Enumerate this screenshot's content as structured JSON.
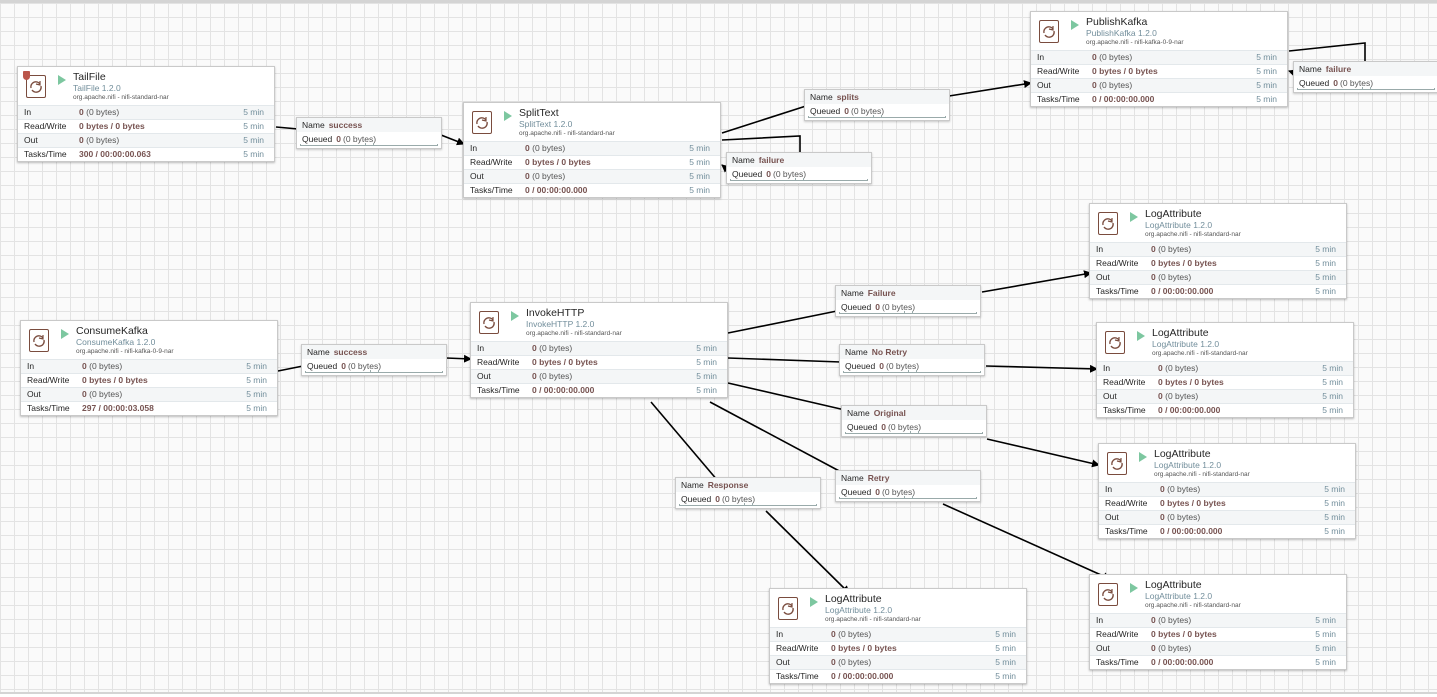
{
  "window_label": "5 min",
  "row_labels": {
    "in": "In",
    "rw": "Read/Write",
    "out": "Out",
    "tasks": "Tasks/Time"
  },
  "conn_labels": {
    "name": "Name",
    "queued": "Queued"
  },
  "processors": [
    {
      "name": "TailFile",
      "type": "TailFile 1.2.0",
      "bundle": "org.apache.nifi - nifi-standard-nar",
      "in": "0",
      "in_bytes": "(0 bytes)",
      "rw": "0 bytes / 0 bytes",
      "out": "0",
      "out_bytes": "(0 bytes)",
      "tasks": "300 / 00:00:00.063",
      "icon": "processor-icon",
      "invalid": true
    },
    {
      "name": "SplitText",
      "type": "SplitText 1.2.0",
      "bundle": "org.apache.nifi - nifi-standard-nar",
      "in": "0",
      "in_bytes": "(0 bytes)",
      "rw": "0 bytes / 0 bytes",
      "out": "0",
      "out_bytes": "(0 bytes)",
      "tasks": "0 / 00:00:00.000",
      "icon": "processor-icon"
    },
    {
      "name": "PublishKafka",
      "type": "PublishKafka 1.2.0",
      "bundle": "org.apache.nifi - nifi-kafka-0-9-nar",
      "in": "0",
      "in_bytes": "(0 bytes)",
      "rw": "0 bytes / 0 bytes",
      "out": "0",
      "out_bytes": "(0 bytes)",
      "tasks": "0 / 00:00:00.000",
      "icon": "processor-icon"
    },
    {
      "name": "ConsumeKafka",
      "type": "ConsumeKafka 1.2.0",
      "bundle": "org.apache.nifi - nifi-kafka-0-9-nar",
      "in": "0",
      "in_bytes": "(0 bytes)",
      "rw": "0 bytes / 0 bytes",
      "out": "0",
      "out_bytes": "(0 bytes)",
      "tasks": "297 / 00:00:03.058",
      "icon": "processor-icon"
    },
    {
      "name": "InvokeHTTP",
      "type": "InvokeHTTP 1.2.0",
      "bundle": "org.apache.nifi - nifi-standard-nar",
      "in": "0",
      "in_bytes": "(0 bytes)",
      "rw": "0 bytes / 0 bytes",
      "out": "0",
      "out_bytes": "(0 bytes)",
      "tasks": "0 / 00:00:00.000",
      "icon": "processor-icon"
    },
    {
      "name": "LogAttribute",
      "type": "LogAttribute 1.2.0",
      "bundle": "org.apache.nifi - nifi-standard-nar",
      "in": "0",
      "in_bytes": "(0 bytes)",
      "rw": "0 bytes / 0 bytes",
      "out": "0",
      "out_bytes": "(0 bytes)",
      "tasks": "0 / 00:00:00.000",
      "icon": "processor-icon"
    },
    {
      "name": "LogAttribute",
      "type": "LogAttribute 1.2.0",
      "bundle": "org.apache.nifi - nifi-standard-nar",
      "in": "0",
      "in_bytes": "(0 bytes)",
      "rw": "0 bytes / 0 bytes",
      "out": "0",
      "out_bytes": "(0 bytes)",
      "tasks": "0 / 00:00:00.000",
      "icon": "processor-icon"
    },
    {
      "name": "LogAttribute",
      "type": "LogAttribute 1.2.0",
      "bundle": "org.apache.nifi - nifi-standard-nar",
      "in": "0",
      "in_bytes": "(0 bytes)",
      "rw": "0 bytes / 0 bytes",
      "out": "0",
      "out_bytes": "(0 bytes)",
      "tasks": "0 / 00:00:00.000",
      "icon": "processor-icon"
    },
    {
      "name": "LogAttribute",
      "type": "LogAttribute 1.2.0",
      "bundle": "org.apache.nifi - nifi-standard-nar",
      "in": "0",
      "in_bytes": "(0 bytes)",
      "rw": "0 bytes / 0 bytes",
      "out": "0",
      "out_bytes": "(0 bytes)",
      "tasks": "0 / 00:00:00.000",
      "icon": "processor-icon"
    },
    {
      "name": "LogAttribute",
      "type": "LogAttribute 1.2.0",
      "bundle": "org.apache.nifi - nifi-standard-nar",
      "in": "0",
      "in_bytes": "(0 bytes)",
      "rw": "0 bytes / 0 bytes",
      "out": "0",
      "out_bytes": "(0 bytes)",
      "tasks": "0 / 00:00:00.000",
      "icon": "processor-icon"
    }
  ],
  "connections": [
    {
      "name": "success",
      "queued": "0",
      "queued_bytes": "(0 bytes)"
    },
    {
      "name": "splits",
      "queued": "0",
      "queued_bytes": "(0 bytes)"
    },
    {
      "name": "failure",
      "queued": "0",
      "queued_bytes": "(0 bytes)"
    },
    {
      "name": "failure",
      "queued": "0",
      "queued_bytes": "(0 bytes)"
    },
    {
      "name": "success",
      "queued": "0",
      "queued_bytes": "(0 bytes)"
    },
    {
      "name": "Failure",
      "queued": "0",
      "queued_bytes": "(0 bytes)"
    },
    {
      "name": "No Retry",
      "queued": "0",
      "queued_bytes": "(0 bytes)"
    },
    {
      "name": "Original",
      "queued": "0",
      "queued_bytes": "(0 bytes)"
    },
    {
      "name": "Retry",
      "queued": "0",
      "queued_bytes": "(0 bytes)"
    },
    {
      "name": "Response",
      "queued": "0",
      "queued_bytes": "(0 bytes)"
    }
  ],
  "colors": {
    "accent_value": "#775351",
    "type_text": "#728e9b",
    "run_icon": "#7dc7a0",
    "grid": "#e3e3e3",
    "link": "#000000"
  }
}
